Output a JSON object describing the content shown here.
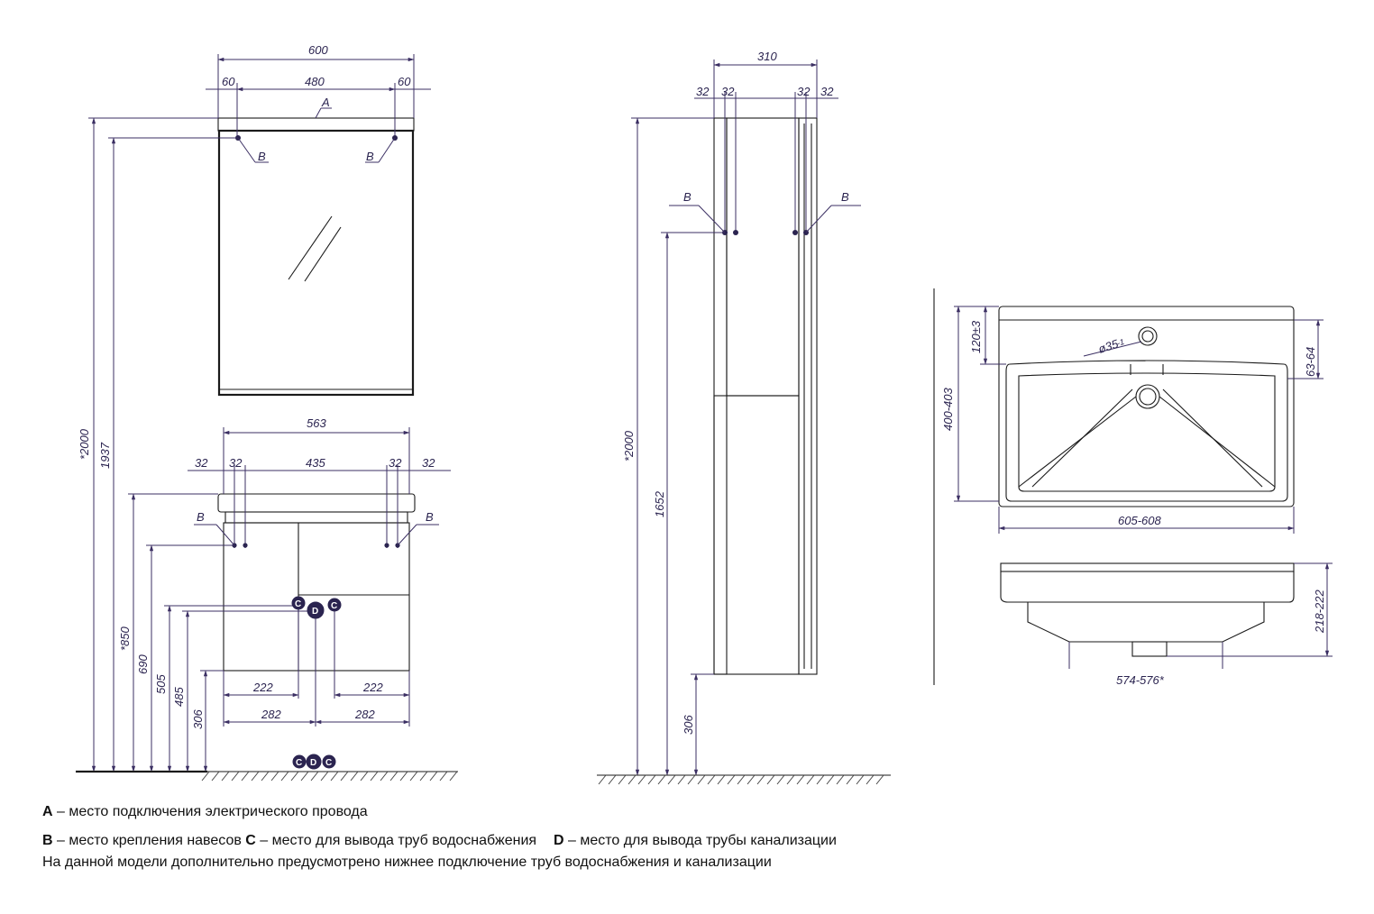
{
  "front_view": {
    "dims": {
      "mirror_width": "600",
      "mirror_side_left": "60",
      "mirror_inner": "480",
      "mirror_side_right": "60",
      "cabinet_width": "563",
      "cab_off_l1": "32",
      "cab_off_l2": "32",
      "cab_inner": "435",
      "cab_off_r1": "32",
      "cab_off_r2": "32",
      "h_total": "*2000",
      "h_mount": "1937",
      "h_basin": "*850",
      "h_hinge": "690",
      "h_c": "505",
      "h_d": "485",
      "h_bottom": "306",
      "w_c_left": "222",
      "w_c_right": "222",
      "w_d_left": "282",
      "w_d_right": "282"
    },
    "letters": {
      "a": "A",
      "b1": "B",
      "b2": "B",
      "b3": "B",
      "b4": "B"
    },
    "badges": {
      "c1": "C",
      "d1": "D",
      "c2": "C",
      "g_c1": "C",
      "g_d": "D",
      "g_c2": "C"
    }
  },
  "side_view": {
    "dims": {
      "depth": "310",
      "off1": "32",
      "off2": "32",
      "off3": "32",
      "off4": "32",
      "h_total": "*2000",
      "h_hinge": "1652",
      "h_bottom": "306"
    },
    "letters": {
      "b1": "B",
      "b2": "B"
    }
  },
  "basin": {
    "dims": {
      "depth": "400-403",
      "tap_offset": "120±3",
      "tap_hole": "ø35",
      "tap_hole_tol": "-1",
      "rim": "63-64",
      "width": "605-608",
      "height": "218-222",
      "width_bottom": "574-576*"
    }
  },
  "legend": {
    "line1_key": "A",
    "line1_text": " – место подключения электрического провода",
    "line2_key_b": "B",
    "line2_text_b": " – место крепления навесов ",
    "line2_key_c": "C",
    "line2_text_c": " – место для вывода труб водоснабжения ",
    "line2_key_d": "D",
    "line2_text_d": " – место для вывода трубы канализации",
    "line3_text": "На данной модели дополнительно предусмотрено нижнее подключение труб водоснабжения и канализации"
  }
}
